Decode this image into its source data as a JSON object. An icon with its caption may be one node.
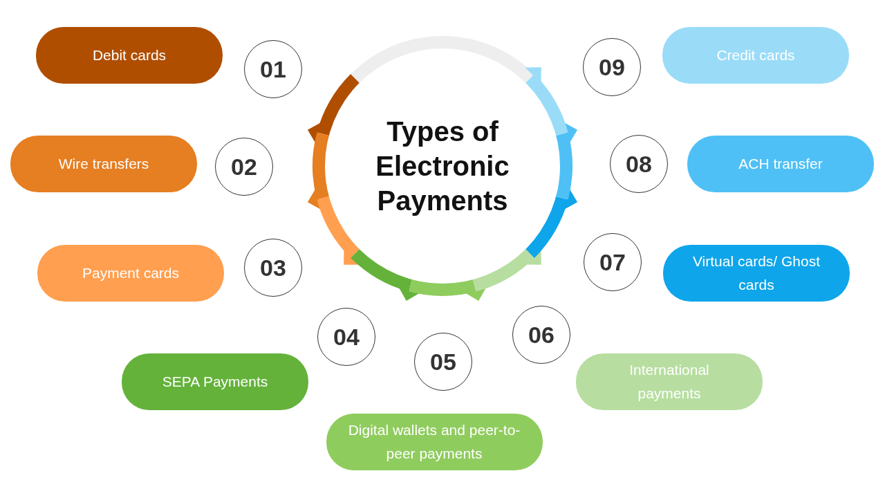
{
  "diagram": {
    "nodes": [
      {
        "text": [
          "Types of Electronic Payments"
        ]
      },
      {
        "text": [
          "01"
        ]
      },
      {
        "text": [
          "Debit cards"
        ]
      },
      {
        "text": [
          "02"
        ]
      },
      {
        "text": [
          "Wire transfers"
        ]
      },
      {
        "text": [
          "03"
        ]
      },
      {
        "text": [
          "Payment cards"
        ]
      },
      {
        "text": [
          "04"
        ]
      },
      {
        "text": [
          "SEPA Payments"
        ]
      },
      {
        "text": [
          "05"
        ]
      },
      {
        "text": [
          "Digital wallets and peer-to-peer payments"
        ]
      },
      {
        "text": [
          "06"
        ]
      },
      {
        "text": [
          "International payments"
        ]
      },
      {
        "text": [
          "07"
        ]
      },
      {
        "text": [
          "Virtual cards/ Ghost cards"
        ]
      },
      {
        "text": [
          "08"
        ]
      },
      {
        "text": [
          "ACH transfer"
        ]
      },
      {
        "text": [
          "09"
        ]
      },
      {
        "text": [
          "Credit cards"
        ]
      }
    ]
  }
}
